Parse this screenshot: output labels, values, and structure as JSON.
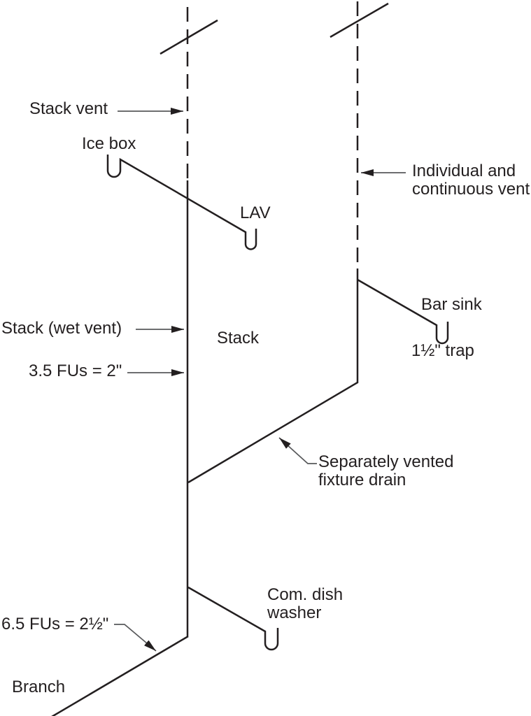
{
  "labels": {
    "stack_vent": "Stack vent",
    "ice_box": "Ice box",
    "lav": "LAV",
    "individual_vent": "Individual and\ncontinuous vent",
    "bar_sink": "Bar sink",
    "trap_size": "1½\" trap",
    "stack_wet_vent": "Stack (wet vent)",
    "fus_2": "3.5 FUs = 2\"",
    "stack": "Stack",
    "separately_vented": "Separately vented\nfixture drain",
    "com_dish_washer": "Com. dish\nwasher",
    "fus_2_5": "6.5 FUs = 2½\"",
    "branch": "Branch"
  },
  "colors": {
    "line": "#231f20",
    "leader": "#58595b",
    "text": "#231f20",
    "background": "#ffffff"
  }
}
